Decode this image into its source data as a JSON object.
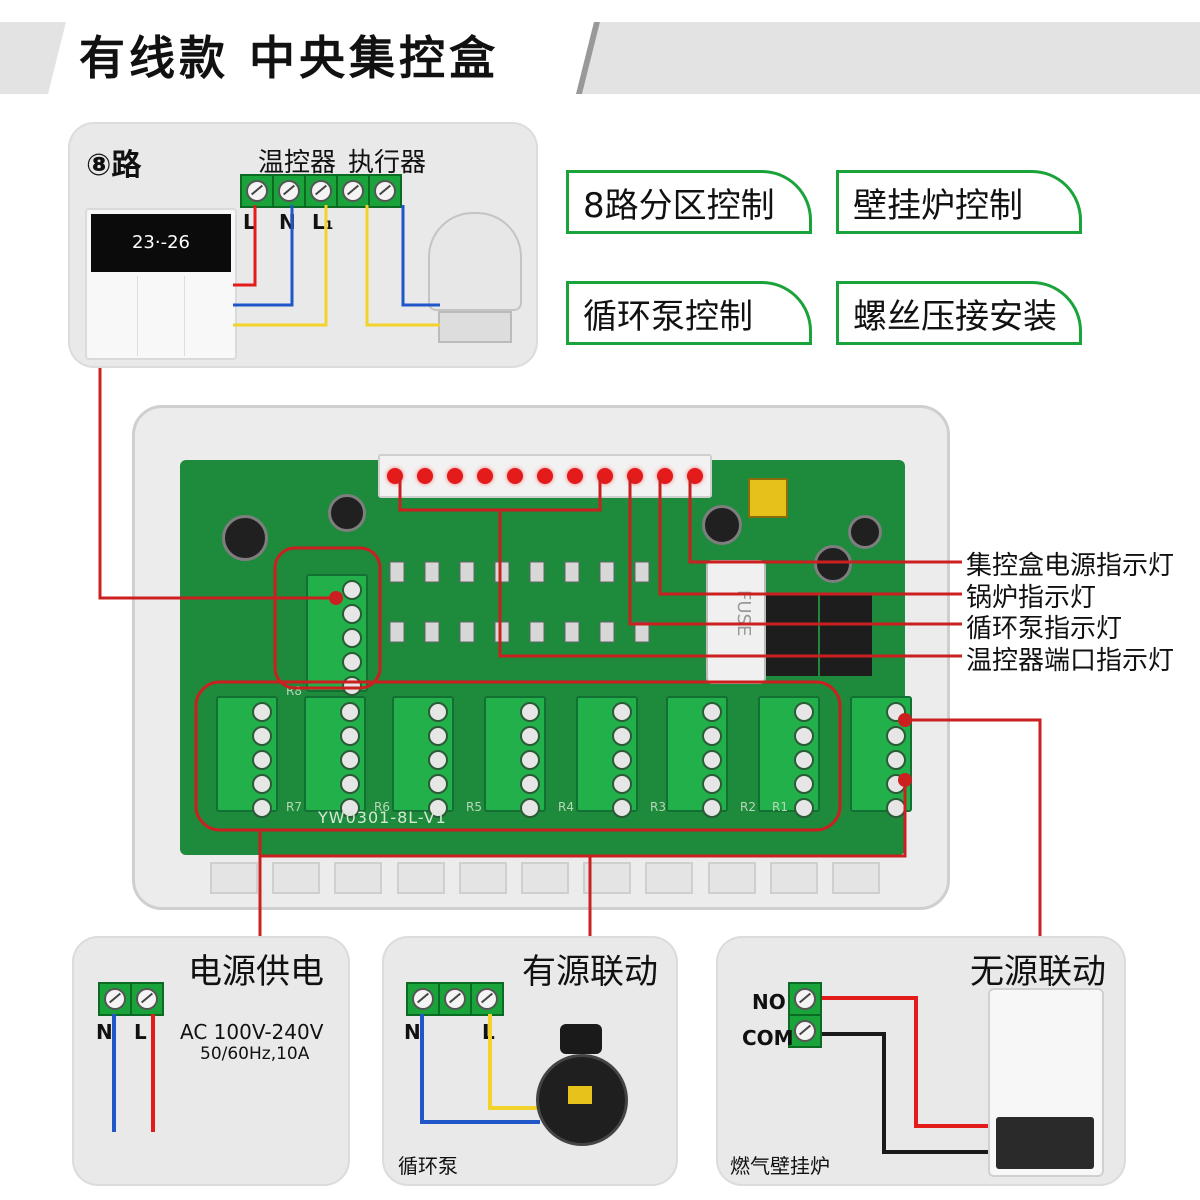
{
  "title": "有线款  中央集控盒",
  "channels_badge": "⑧路",
  "wiring_top": {
    "thermostat_label": "温控器",
    "actuator_label": "执行器",
    "pins": [
      "L",
      "N",
      "L₁"
    ],
    "thermostat_display": "23·-26"
  },
  "features": [
    "8路分区控制",
    "壁挂炉控制",
    "循环泵控制",
    "螺丝压接安装"
  ],
  "indicators": [
    "集控盒电源指示灯",
    "锅炉指示灯",
    "循环泵指示灯",
    "温控器端口指示灯"
  ],
  "board": {
    "model": "YW0301-8L-V1",
    "zones": [
      "R8",
      "R7",
      "R6",
      "R5",
      "R4",
      "R3",
      "R2",
      "R1"
    ],
    "fuse": "FUSE"
  },
  "power_panel": {
    "title": "电源供电",
    "pins": [
      "N",
      "L"
    ],
    "spec_line1": "AC 100V-240V",
    "spec_line2": "50/60Hz,10A"
  },
  "active_panel": {
    "title": "有源联动",
    "pins": [
      "N",
      "L"
    ],
    "device": "循环泵"
  },
  "passive_panel": {
    "title": "无源联动",
    "pins": [
      "NO",
      "COM"
    ],
    "device": "燃气壁挂炉"
  },
  "colors": {
    "green_accent": "#1aa33a",
    "wire_red": "#e31b1b",
    "wire_blue": "#1f57c8",
    "wire_yellow": "#f2d22b",
    "callout_line": "#cc1f1f"
  }
}
